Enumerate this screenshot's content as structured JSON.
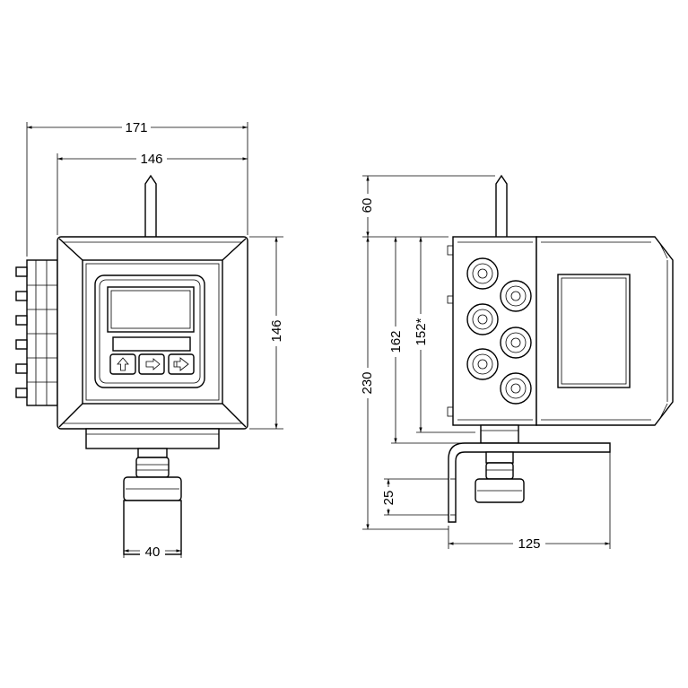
{
  "drawing": {
    "front_view": {
      "dimensions": {
        "overall_width": "171",
        "body_width": "146",
        "body_height": "146",
        "stem_width": "40"
      },
      "keypad": {
        "buttons": [
          {
            "icon": "arrow-up-icon"
          },
          {
            "icon": "arrow-right-icon"
          },
          {
            "icon": "arrow-enter-icon"
          }
        ]
      }
    },
    "side_view": {
      "dimensions": {
        "antenna_height": "60",
        "total_height": "230",
        "body_height": "162",
        "inner_height": "152*",
        "bracket_gap": "25",
        "bracket_length": "125"
      }
    }
  }
}
